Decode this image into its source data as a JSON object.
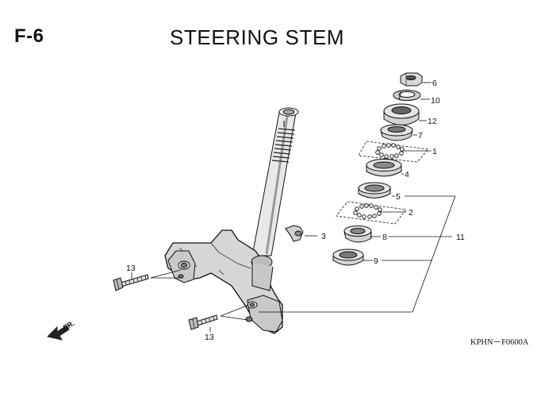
{
  "header": {
    "page_code": "F-6",
    "title": "STEERING STEM"
  },
  "callouts": {
    "c6": "6",
    "c10": "10",
    "c12": "12",
    "c7": "7",
    "c1": "1",
    "c4": "4",
    "c5": "5",
    "c2": "2",
    "c3": "3",
    "c8": "8",
    "c11": "11",
    "c9": "9",
    "c13a": "13",
    "c13b": "13"
  },
  "direction_label": "FR.",
  "diagram_code": "KPHN－F0600A"
}
